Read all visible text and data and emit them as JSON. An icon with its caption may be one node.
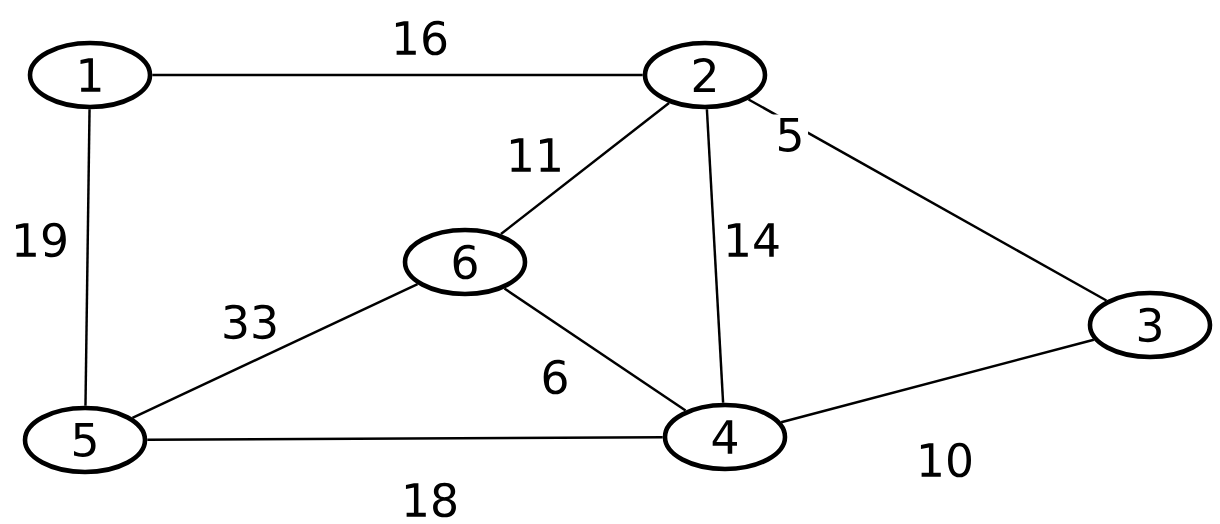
{
  "diagram": {
    "nodes": [
      {
        "text": [
          "1"
        ]
      },
      {
        "text": [
          "2"
        ]
      },
      {
        "text": [
          "3"
        ]
      },
      {
        "text": [
          "4"
        ]
      },
      {
        "text": [
          "5"
        ]
      },
      {
        "text": [
          "6"
        ]
      }
    ],
    "edges": [
      {
        "from": 0,
        "to": 1,
        "arrow": "none",
        "label": "16"
      },
      {
        "from": 0,
        "to": 4,
        "arrow": "none",
        "label": "19"
      },
      {
        "from": 1,
        "to": 5,
        "arrow": "none",
        "label": "11"
      },
      {
        "from": 1,
        "to": 3,
        "arrow": "none",
        "label": "14"
      },
      {
        "from": 1,
        "to": 2,
        "arrow": "none",
        "label": "5"
      },
      {
        "from": 5,
        "to": 4,
        "arrow": "none",
        "label": "33"
      },
      {
        "from": 5,
        "to": 3,
        "arrow": "none",
        "label": "6"
      },
      {
        "from": 4,
        "to": 3,
        "arrow": "none",
        "label": "18"
      },
      {
        "from": 2,
        "to": 3,
        "arrow": "none",
        "label": "10"
      }
    ]
  }
}
